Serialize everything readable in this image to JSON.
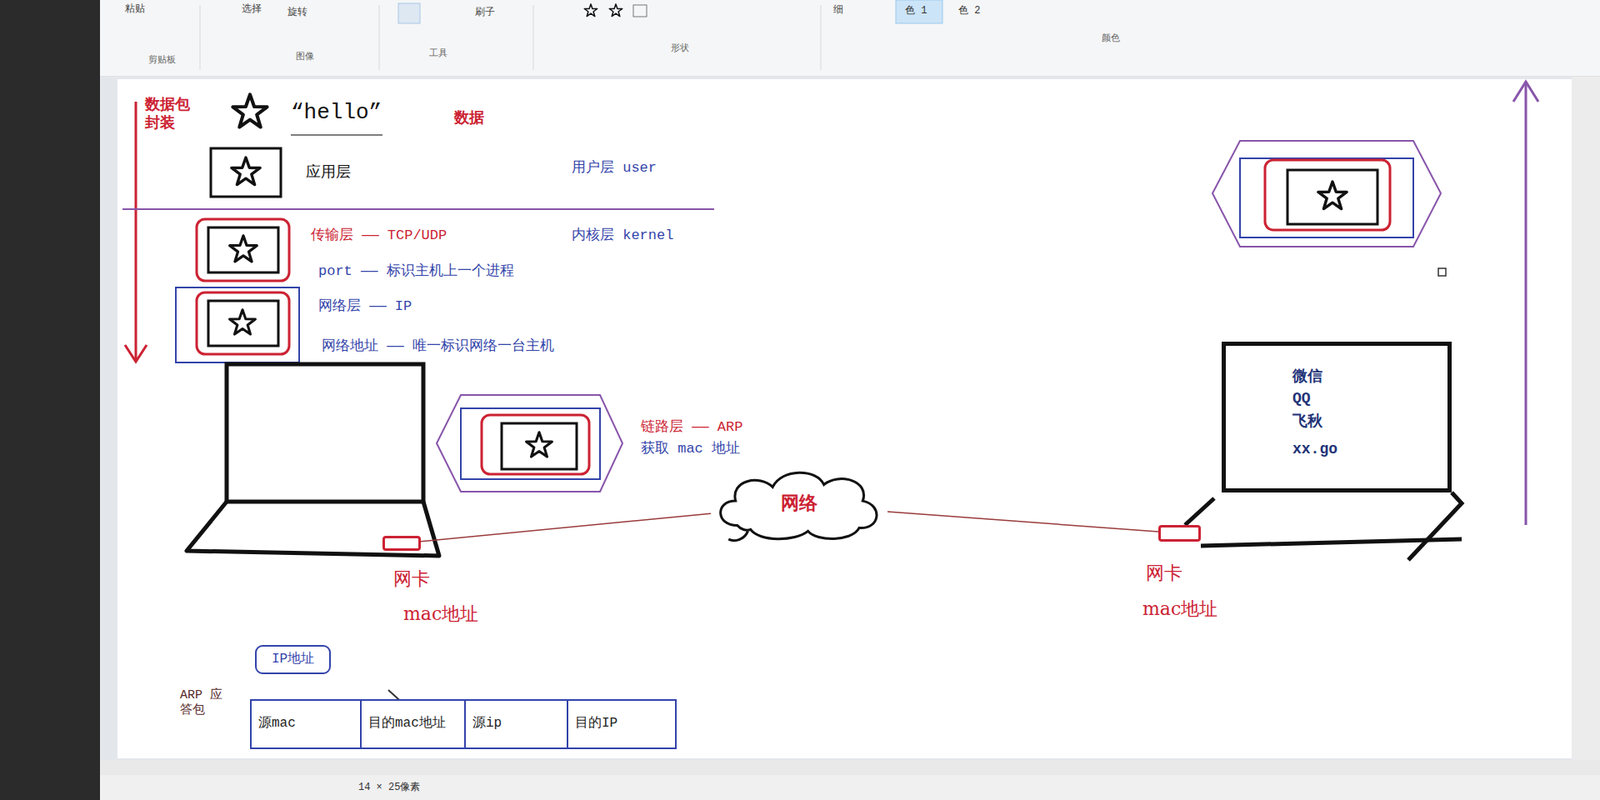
{
  "diagram": {
    "nodes": [
      {
        "text": [
          "微信",
          "QQ",
          "飞秋",
          "xx.go"
        ]
      },
      {
        "text": [
          "网络"
        ]
      },
      {
        "text": [
          "网卡",
          "mac地址"
        ]
      },
      {
        "text": [
          "网卡",
          "mac地址"
        ]
      },
      {
        "text": [
          "IP地址"
        ]
      },
      {
        "text": [
          "源mac"
        ]
      },
      {
        "text": [
          "目的mac地址"
        ]
      },
      {
        "text": [
          "源ip"
        ]
      },
      {
        "text": [
          "目的IP"
        ]
      }
    ],
    "edges": [
      {
        "from": 2,
        "to": 1,
        "arrow": "none"
      },
      {
        "from": 1,
        "to": 3,
        "arrow": "none"
      }
    ],
    "labels": [
      "粘贴",
      "选择",
      "旋转",
      "刷子",
      "细",
      "色 1",
      "色 2",
      "剪贴板",
      "图像",
      "工具",
      "形状",
      "颜色",
      "数据包 封装",
      "“hello”",
      "数据",
      "应用层",
      "用户层 user",
      "传输层 —— TCP/UDP",
      "内核层 kernel",
      "port —— 标识主机上一个进程",
      "网络层 —— IP",
      "网络地址 —— 唯一标识网络一台主机",
      "链路层 —— ARP",
      "获取 mac 地址",
      "ARP 应答包",
      "14 × 25像素"
    ]
  }
}
